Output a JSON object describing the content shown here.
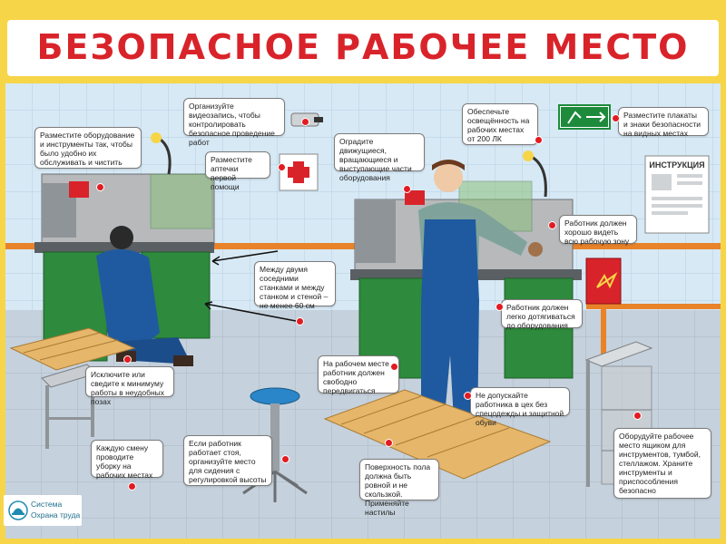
{
  "title": "БЕЗОПАСНОЕ РАБОЧЕЕ МЕСТО",
  "poster_sign": "ИНСТРУКЦИЯ",
  "logo": {
    "line1": "Система",
    "line2": "Охрана труда"
  },
  "callouts": [
    {
      "id": "equipment",
      "text": "Разместите оборудование и инструменты так, чтобы было удобно их обслуживать и чистить"
    },
    {
      "id": "video",
      "text": "Организуйте видеозапись, чтобы контролировать безопасное проведение работ"
    },
    {
      "id": "firstaid",
      "text": "Разместите аптечки первой помощи"
    },
    {
      "id": "fence",
      "text": "Оградите движущиеся, вращающиеся и выступающие части оборудования"
    },
    {
      "id": "light",
      "text": "Обеспечьте освещённость на рабочих местах от 200 ЛК"
    },
    {
      "id": "signs",
      "text": "Разместите плакаты и знаки безопасности на видных местах"
    },
    {
      "id": "see",
      "text": "Работник должен хорошо видеть всю рабочую зону"
    },
    {
      "id": "distance",
      "text": "Между двумя соседними станками и между станком и стеной – не менее 60 см"
    },
    {
      "id": "reach",
      "text": "Работник должен легко дотягиваться до оборудования"
    },
    {
      "id": "posture",
      "text": "Исключите или сведите к минимуму работы в неудобных позах"
    },
    {
      "id": "move",
      "text": "На рабочем месте работник должен свободно передвигаться"
    },
    {
      "id": "ppe",
      "text": "Не допускайте работника в цех без спецодежды и защитной обуви"
    },
    {
      "id": "cleaning",
      "text": "Каждую смену проводите уборку на рабочих местах"
    },
    {
      "id": "seat",
      "text": "Если работник работает стоя, организуйте место для сидения с регулировкой высоты"
    },
    {
      "id": "floor",
      "text": "Поверхность пола должна быть ровной и не скользкой. Применяйте настилы"
    },
    {
      "id": "storage",
      "text": "Оборудуйте рабочее место ящиком для инструментов, тумбой, стеллажом. Храните инструменты и приспособления безопасно"
    }
  ]
}
